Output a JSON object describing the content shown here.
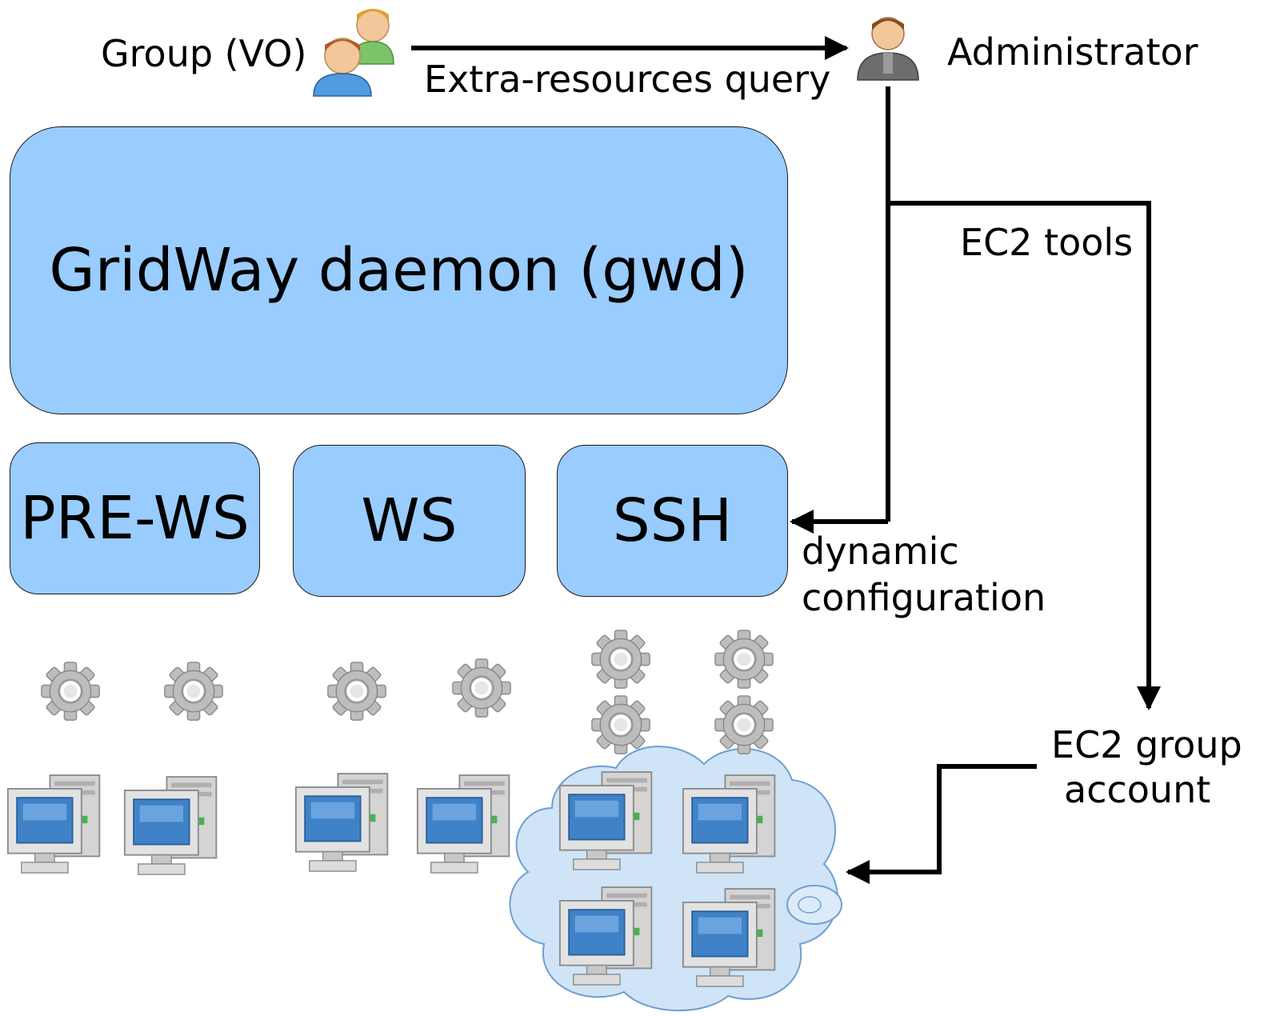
{
  "top": {
    "group_label": "Group (VO)",
    "query_label": "Extra-resources query",
    "admin_label": "Administrator"
  },
  "daemon": {
    "label": "GridWay daemon (gwd)"
  },
  "drivers": [
    {
      "label": "PRE-WS"
    },
    {
      "label": "WS"
    },
    {
      "label": "SSH"
    }
  ],
  "right": {
    "ec2_tools_label": "EC2 tools",
    "dynamic_label": "dynamic",
    "configuration_label": "configuration",
    "ec2_group_line1": "EC2 group",
    "ec2_group_line2": "account"
  },
  "icons": {
    "group": "users-icon",
    "admin": "administrator-icon",
    "gear": "gear-icon",
    "computer": "computer-icon",
    "cloud": "cloud-icon"
  },
  "colors": {
    "box_fill": "#99ccff",
    "box_border": "#1a1a1a",
    "arrow": "#000000",
    "cloud_fill": "#cfe4f7",
    "gear": "#b8b8b8",
    "screen": "#3f82c8"
  }
}
